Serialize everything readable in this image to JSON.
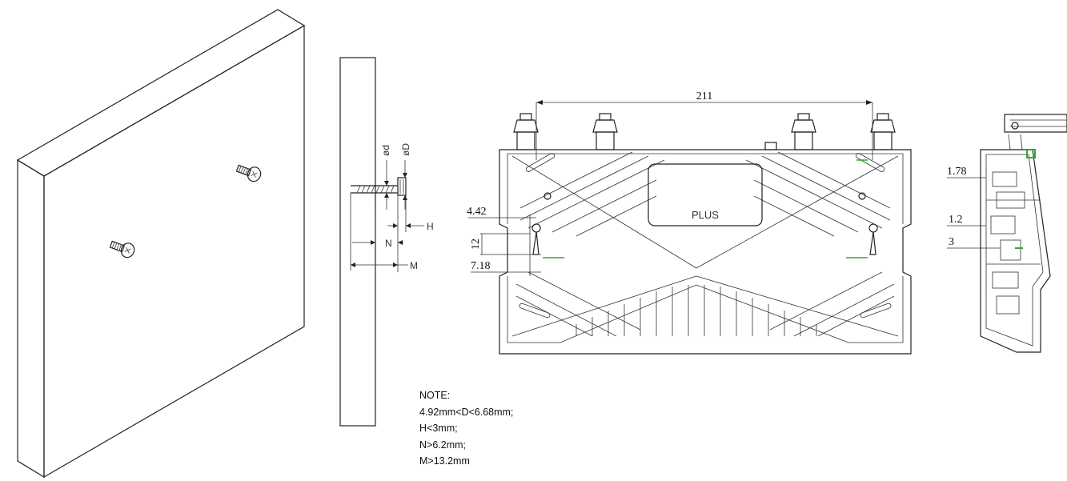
{
  "colors": {
    "line": "#222222",
    "accent_green": "#2eaa2e",
    "background": "#ffffff"
  },
  "side_view_labels": {
    "small_d": "ød",
    "big_d": "øD",
    "h": "H",
    "n": "N",
    "m": "M"
  },
  "router_front": {
    "brand_label": "PLUS",
    "width_dim": "211",
    "dim_442": "4.42",
    "dim_12": "12",
    "dim_718": "7.18"
  },
  "router_side": {
    "dim_178": "1.78",
    "dim_12": "1.2",
    "dim_3": "3"
  },
  "note": {
    "title": "NOTE:",
    "lines": [
      "4.92mm<D<6.68mm;",
      "H<3mm;",
      "N>6.2mm;",
      "M>13.2mm"
    ]
  }
}
